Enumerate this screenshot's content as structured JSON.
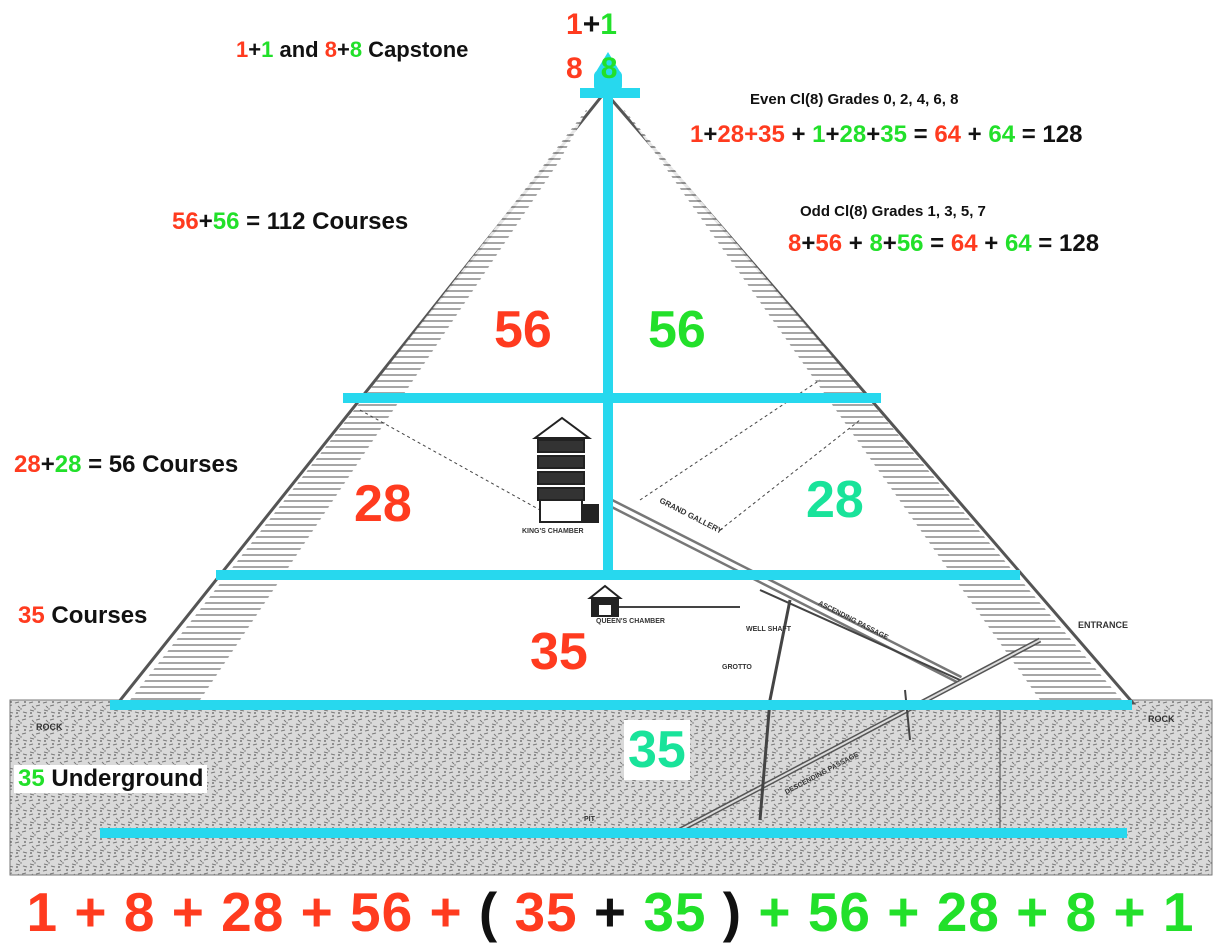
{
  "capstone": {
    "apex_top": [
      {
        "text": "1",
        "color": "red"
      },
      {
        "text": "+",
        "color": "black"
      },
      {
        "text": "1",
        "color": "green"
      }
    ],
    "apex_bottom": [
      {
        "text": "8",
        "color": "red"
      },
      {
        "text": "8",
        "color": "green"
      }
    ],
    "label": [
      {
        "text": "1",
        "color": "red"
      },
      {
        "text": "+",
        "color": "black"
      },
      {
        "text": "1",
        "color": "green"
      },
      {
        "text": " and ",
        "color": "black"
      },
      {
        "text": "8",
        "color": "red"
      },
      {
        "text": "+",
        "color": "black"
      },
      {
        "text": "8",
        "color": "green"
      },
      {
        "text": " Capstone",
        "color": "black"
      }
    ]
  },
  "even_grades": {
    "title": "Even Cl(8) Grades 0, 2, 4, 6, 8",
    "equation": [
      {
        "text": "1",
        "color": "red"
      },
      {
        "text": "+",
        "color": "black"
      },
      {
        "text": "28",
        "color": "red"
      },
      {
        "text": "+",
        "color": "red"
      },
      {
        "text": "35",
        "color": "red"
      },
      {
        "text": " + ",
        "color": "black"
      },
      {
        "text": "1",
        "color": "green"
      },
      {
        "text": "+",
        "color": "black"
      },
      {
        "text": "28",
        "color": "green"
      },
      {
        "text": "+",
        "color": "black"
      },
      {
        "text": "35",
        "color": "green"
      },
      {
        "text": " = ",
        "color": "black"
      },
      {
        "text": "64",
        "color": "red"
      },
      {
        "text": " + ",
        "color": "black"
      },
      {
        "text": "64",
        "color": "green"
      },
      {
        "text": " = 128",
        "color": "black"
      }
    ]
  },
  "odd_grades": {
    "title": "Odd Cl(8) Grades 1, 3, 5, 7",
    "equation": [
      {
        "text": "8",
        "color": "red"
      },
      {
        "text": "+",
        "color": "black"
      },
      {
        "text": "56",
        "color": "red"
      },
      {
        "text": " + ",
        "color": "black"
      },
      {
        "text": "8",
        "color": "green"
      },
      {
        "text": "+",
        "color": "black"
      },
      {
        "text": "56",
        "color": "green"
      },
      {
        "text": " = ",
        "color": "black"
      },
      {
        "text": "64",
        "color": "red"
      },
      {
        "text": " + ",
        "color": "black"
      },
      {
        "text": "64",
        "color": "green"
      },
      {
        "text": " = 128",
        "color": "black"
      }
    ]
  },
  "courses_112": [
    {
      "text": "56",
      "color": "red"
    },
    {
      "text": "+",
      "color": "black"
    },
    {
      "text": "56",
      "color": "green"
    },
    {
      "text": " = 112 Courses",
      "color": "black"
    }
  ],
  "courses_56": [
    {
      "text": "28",
      "color": "red"
    },
    {
      "text": "+",
      "color": "black"
    },
    {
      "text": "28",
      "color": "green"
    },
    {
      "text": " = 56 Courses",
      "color": "black"
    }
  ],
  "courses_35": [
    {
      "text": "35",
      "color": "red"
    },
    {
      "text": " Courses",
      "color": "black"
    }
  ],
  "underground": [
    {
      "text": "35",
      "color": "green"
    },
    {
      "text": " Underground",
      "color": "black"
    }
  ],
  "sections": {
    "top_left": "56",
    "top_right": "56",
    "mid_left": "28",
    "mid_right": "28",
    "lower": "35",
    "underground": "35"
  },
  "bottom_equation": [
    {
      "text": "1",
      "color": "red"
    },
    {
      "text": " + ",
      "color": "red"
    },
    {
      "text": "8",
      "color": "red"
    },
    {
      "text": " + ",
      "color": "red"
    },
    {
      "text": "28",
      "color": "red"
    },
    {
      "text": " + ",
      "color": "red"
    },
    {
      "text": "56",
      "color": "red"
    },
    {
      "text": " + ",
      "color": "red"
    },
    {
      "text": "( ",
      "color": "black"
    },
    {
      "text": "35",
      "color": "red"
    },
    {
      "text": " + ",
      "color": "black"
    },
    {
      "text": "35",
      "color": "green"
    },
    {
      "text": " )",
      "color": "black"
    },
    {
      "text": " + ",
      "color": "green"
    },
    {
      "text": "56",
      "color": "green"
    },
    {
      "text": " + ",
      "color": "green"
    },
    {
      "text": "28",
      "color": "green"
    },
    {
      "text": " + ",
      "color": "green"
    },
    {
      "text": "8",
      "color": "green"
    },
    {
      "text": " + ",
      "color": "green"
    },
    {
      "text": "1",
      "color": "green"
    }
  ],
  "diagram_labels": {
    "rock_left": "ROCK",
    "rock_right": "ROCK",
    "entrance": "ENTRANCE",
    "grand_gallery": "GRAND GALLERY",
    "kings_chamber": "KING'S CHAMBER",
    "queens_chamber": "QUEEN'S CHAMBER",
    "ascending_passage": "ASCENDING PASSAGE",
    "descending_passage": "DESCENDING PASSAGE",
    "grotto": "GROTTO",
    "well_shaft": "WELL SHAFT",
    "pit": "PIT"
  },
  "colors": {
    "red": "#ff3b1f",
    "green": "#22e02a",
    "teal": "#19e39a",
    "black": "#111111",
    "cyan_lines": "#27d8ee",
    "pyramid_stroke": "#555555",
    "rock": "#b9b9b9"
  }
}
